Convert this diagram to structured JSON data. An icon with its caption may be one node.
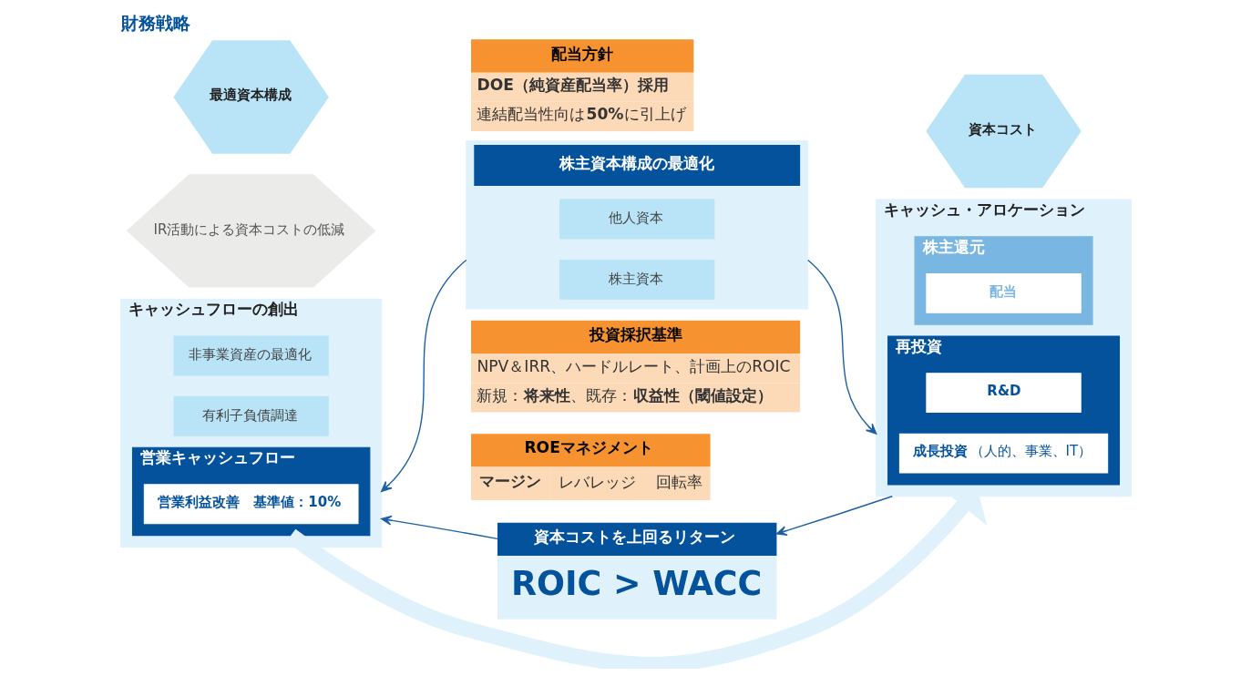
{
  "diagram": {
    "title": "財務戦略",
    "nodes": [
      {
        "text": [
          "資本コストを上回るリターン",
          "ROIC > WACC"
        ]
      },
      {
        "text": [
          "IR活動による資本コストの低減"
        ]
      },
      {
        "text": [
          "資本コスト"
        ]
      },
      {
        "text": [
          "キャッシュフローの創出"
        ]
      },
      {
        "text": [
          "営業キャッシュフロー"
        ],
        "in": 3
      },
      {
        "text": [
          "営業利益改善　基準値：10%"
        ],
        "in": 4
      },
      {
        "text": [
          "有利子負債調達"
        ],
        "in": 3
      },
      {
        "text": [
          "非事業資産の最適化"
        ],
        "in": 3
      },
      {
        "text": [
          "投資採択基準",
          "NPV＆IRR、ハードルレート、計画上のROIC",
          "新規：**将来性**、既存：**収益性（閾値設定）**"
        ]
      },
      {
        "text": [
          "ROEマネジメント",
          "**マージン**",
          "レバレッジ",
          "回転率"
        ]
      },
      {
        "text": [
          "配当方針",
          "**DOE（純資産配当率）採用**",
          "連結配当性向は**50%**に引上げ"
        ]
      },
      {
        "text": [
          "キャッシュ・アロケーション"
        ]
      },
      {
        "text": [
          "再投資"
        ],
        "in": 11
      },
      {
        "text": [
          "**成長投資**（人的、事業、IT）"
        ],
        "in": 12
      },
      {
        "text": [
          "R&D"
        ],
        "in": 12
      },
      {
        "text": [
          "株主還元"
        ],
        "in": 11
      },
      {
        "text": [
          "配当"
        ],
        "in": 15
      },
      {
        "text": [
          "最適資本構成"
        ]
      },
      {
        "text": [
          "株主資本構成の最適化"
        ]
      },
      {
        "text": [
          "他人資本"
        ],
        "in": 18
      },
      {
        "text": [
          "株主資本"
        ],
        "in": 18
      }
    ],
    "edges": [
      {
        "from": 0,
        "to": 3,
        "arrow": "to"
      },
      {
        "from": 11,
        "to": 0,
        "arrow": "to"
      },
      {
        "from": 18,
        "to": 3,
        "arrow": "to"
      },
      {
        "from": 18,
        "to": 11,
        "arrow": "to"
      },
      {
        "from": 4,
        "to": 11,
        "arrow": "to",
        "style": "thick",
        "color": "#dff1fb"
      }
    ]
  }
}
